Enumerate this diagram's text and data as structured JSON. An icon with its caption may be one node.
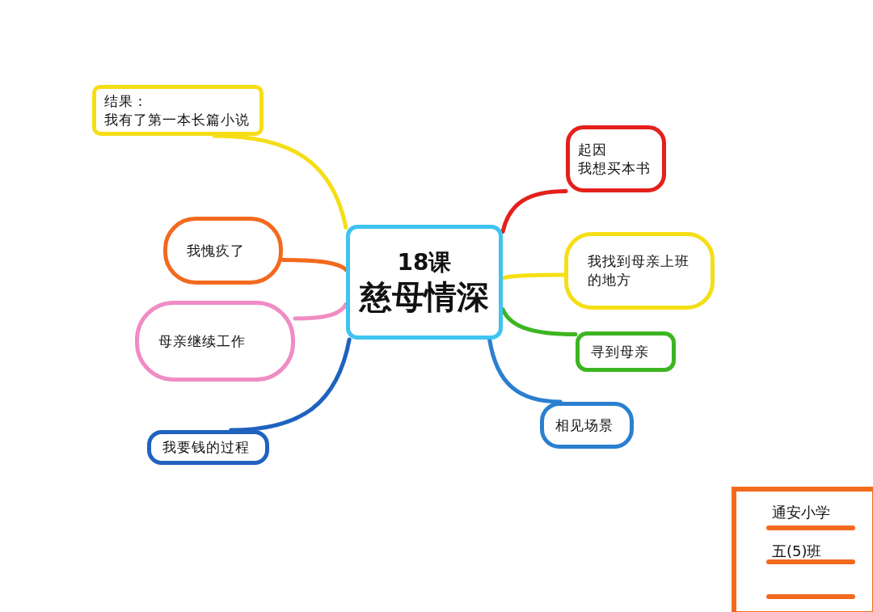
{
  "diagram": {
    "nodes": [
      {
        "text": [
          "18课",
          "慈母情深"
        ]
      },
      {
        "text": [
          "结果：",
          "我有了第一本长篇小说"
        ]
      },
      {
        "text": [
          "我愧疚了"
        ]
      },
      {
        "text": [
          "母亲继续工作"
        ]
      },
      {
        "text": [
          "我要钱的过程"
        ]
      },
      {
        "text": [
          "起因",
          "我想买本书"
        ]
      },
      {
        "text": [
          "我找到母亲上班的地方"
        ]
      },
      {
        "text": [
          "寻到母亲"
        ]
      },
      {
        "text": [
          "相见场景"
        ]
      },
      {
        "text": [
          "通安小学",
          "五(5)班"
        ]
      }
    ],
    "edges": [
      {
        "from": 0,
        "to": 1,
        "arrow": "none",
        "color": "#f5de16"
      },
      {
        "from": 0,
        "to": 2,
        "arrow": "none",
        "color": "#f26a1e"
      },
      {
        "from": 0,
        "to": 3,
        "arrow": "none",
        "color": "#f08cc4"
      },
      {
        "from": 0,
        "to": 4,
        "arrow": "none",
        "color": "#1f62c0"
      },
      {
        "from": 0,
        "to": 5,
        "arrow": "none",
        "color": "#e4201c"
      },
      {
        "from": 0,
        "to": 6,
        "arrow": "none",
        "color": "#f5de16"
      },
      {
        "from": 0,
        "to": 7,
        "arrow": "none",
        "color": "#3cb521"
      },
      {
        "from": 0,
        "to": 8,
        "arrow": "none",
        "color": "#2a7fd0"
      }
    ]
  }
}
